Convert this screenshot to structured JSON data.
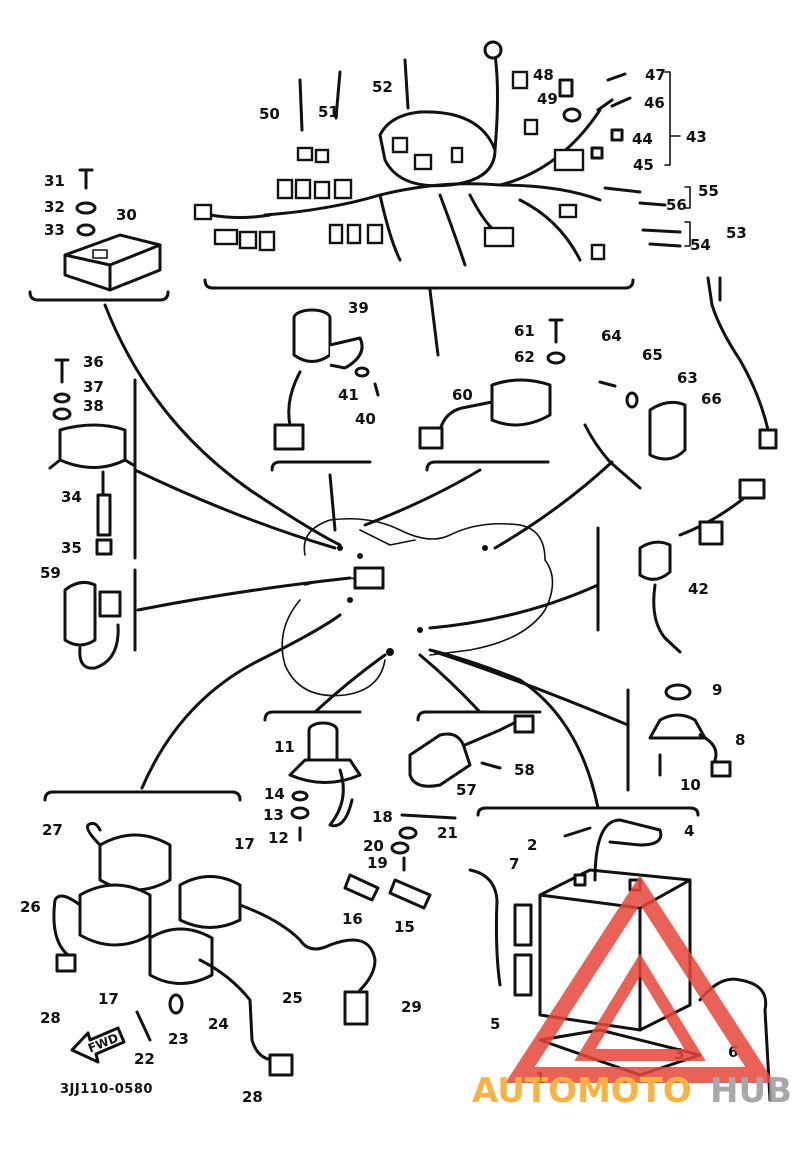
{
  "diagram": {
    "part_code": "3JJ110-0580",
    "fwd_label": "FWD",
    "watermark": {
      "text_part1": "AUTOMOTO",
      "text_part2": "HUB",
      "color_primary": "#e7473a",
      "color_secondary": "#f5a623",
      "color_tertiary": "#9a9a9a"
    },
    "callouts": [
      "1",
      "2",
      "3",
      "4",
      "5",
      "6",
      "7",
      "8",
      "9",
      "10",
      "11",
      "12",
      "13",
      "14",
      "15",
      "16",
      "17",
      "18",
      "19",
      "20",
      "21",
      "22",
      "23",
      "24",
      "25",
      "26",
      "27",
      "28",
      "29",
      "30",
      "31",
      "32",
      "33",
      "34",
      "35",
      "36",
      "37",
      "38",
      "39",
      "40",
      "41",
      "42",
      "43",
      "44",
      "45",
      "46",
      "47",
      "48",
      "49",
      "50",
      "51",
      "52",
      "53",
      "54",
      "55",
      "56",
      "57",
      "58",
      "59",
      "60",
      "61",
      "62",
      "63",
      "64",
      "65",
      "66"
    ]
  }
}
